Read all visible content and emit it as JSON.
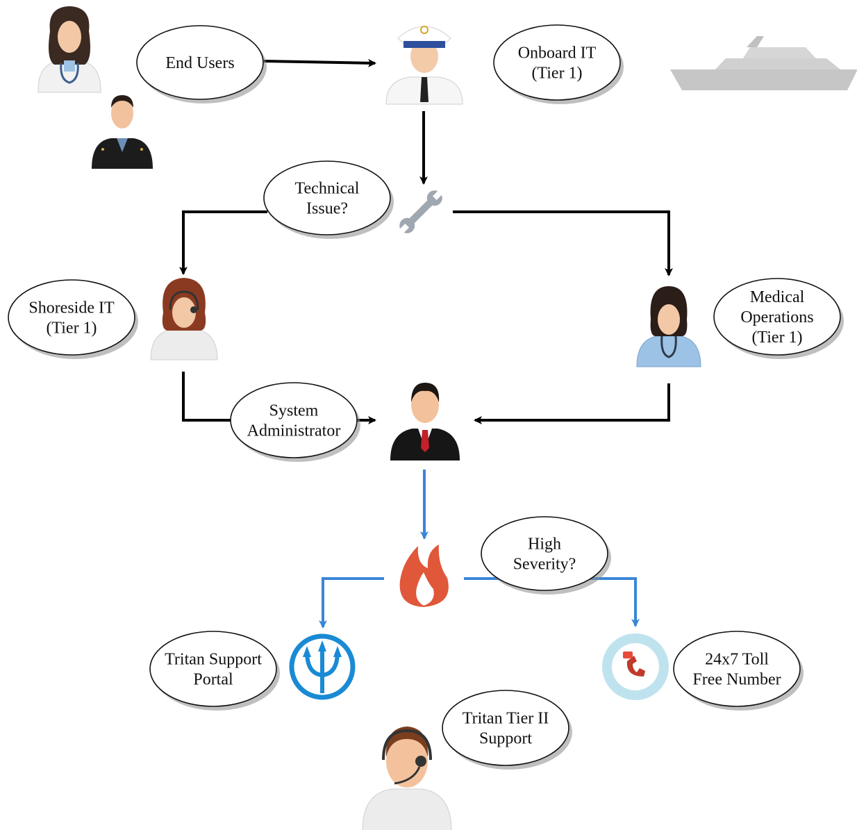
{
  "colors": {
    "black_flow": "#000000",
    "blue_flow": "#3a86d8",
    "flame": "#e0573a",
    "trident": "#1a8ad4",
    "ship": "#c8c8c8",
    "phone_badge": "#bfe3ee"
  },
  "nodes": {
    "end_users": {
      "lines": [
        "End Users"
      ]
    },
    "onboard_it": {
      "lines": [
        "Onboard IT",
        "(Tier 1)"
      ]
    },
    "technical_issue": {
      "lines": [
        "Technical",
        "Issue?"
      ]
    },
    "shoreside_it": {
      "lines": [
        "Shoreside IT",
        "(Tier 1)"
      ]
    },
    "medical_ops": {
      "lines": [
        "Medical",
        "Operations",
        "(Tier 1)"
      ]
    },
    "sys_admin": {
      "lines": [
        "System",
        "Administrator"
      ]
    },
    "high_severity": {
      "lines": [
        "High",
        "Severity?"
      ]
    },
    "tritan_portal": {
      "lines": [
        "Tritan Support",
        "Portal"
      ]
    },
    "toll_free": {
      "lines": [
        "24x7 Toll",
        "Free Number"
      ]
    },
    "tier2": {
      "lines": [
        "Tritan Tier II",
        "Support"
      ]
    }
  },
  "icons": {
    "doctor_female": "doctor-female-icon",
    "officer": "ship-officer-icon",
    "captain": "captain-icon",
    "ship": "cruise-ship-icon",
    "wrench": "wrench-icon",
    "shoreside_agent": "headset-agent-female-icon",
    "nurse": "nurse-icon",
    "admin": "businessman-icon",
    "flame": "flame-icon",
    "trident": "trident-icon",
    "phone": "phone-24-7-icon",
    "support_agent": "headset-agent-male-icon"
  }
}
